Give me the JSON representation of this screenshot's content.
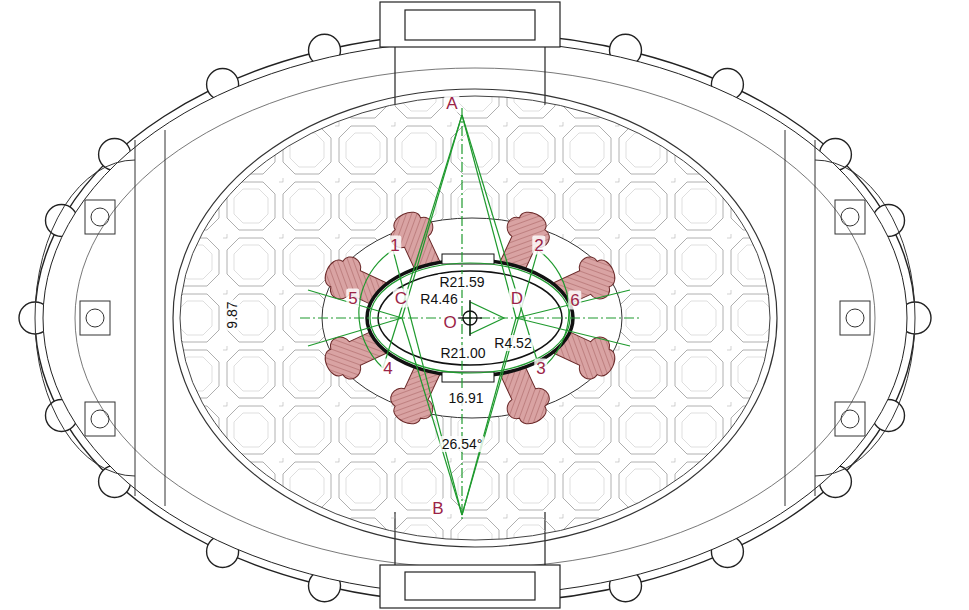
{
  "diagram": {
    "labels": [
      "A",
      "1",
      "2",
      "R21.59",
      "9.87",
      "5",
      "C",
      "R4.46",
      "D",
      "6",
      "O",
      "R4.52",
      "R21.00",
      "4",
      "3",
      "16.91",
      "26.54°",
      "B"
    ]
  }
}
